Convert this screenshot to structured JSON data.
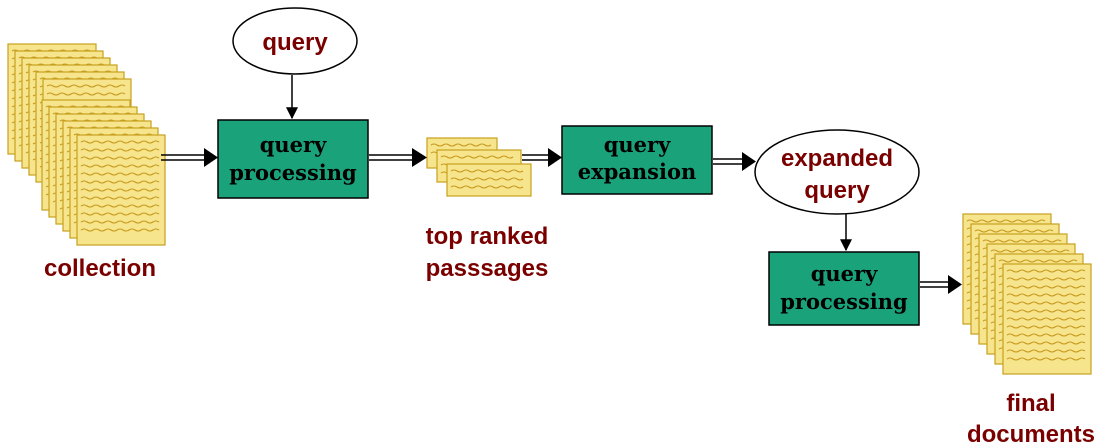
{
  "colors": {
    "box_fill": "#1aa37a",
    "label_red": "#7a0000",
    "page_fill": "#f6e58c",
    "page_border": "#c8a020"
  },
  "icons": {
    "collection": "document-stack-icon",
    "passages": "document-stack-icon",
    "final_documents": "document-stack-icon"
  },
  "nodes": {
    "query": {
      "text": "query"
    },
    "query_processing_1": {
      "line1": "query",
      "line2": "processing"
    },
    "query_expansion": {
      "line1": "query",
      "line2": "expansion"
    },
    "expanded_query": {
      "line1": "expanded",
      "line2": "query"
    },
    "query_processing_2": {
      "line1": "query",
      "line2": "processing"
    }
  },
  "labels": {
    "collection": "collection",
    "top_ranked_line1": "top ranked",
    "top_ranked_line2": "passsages",
    "final_line1": "final",
    "final_line2": "documents"
  }
}
